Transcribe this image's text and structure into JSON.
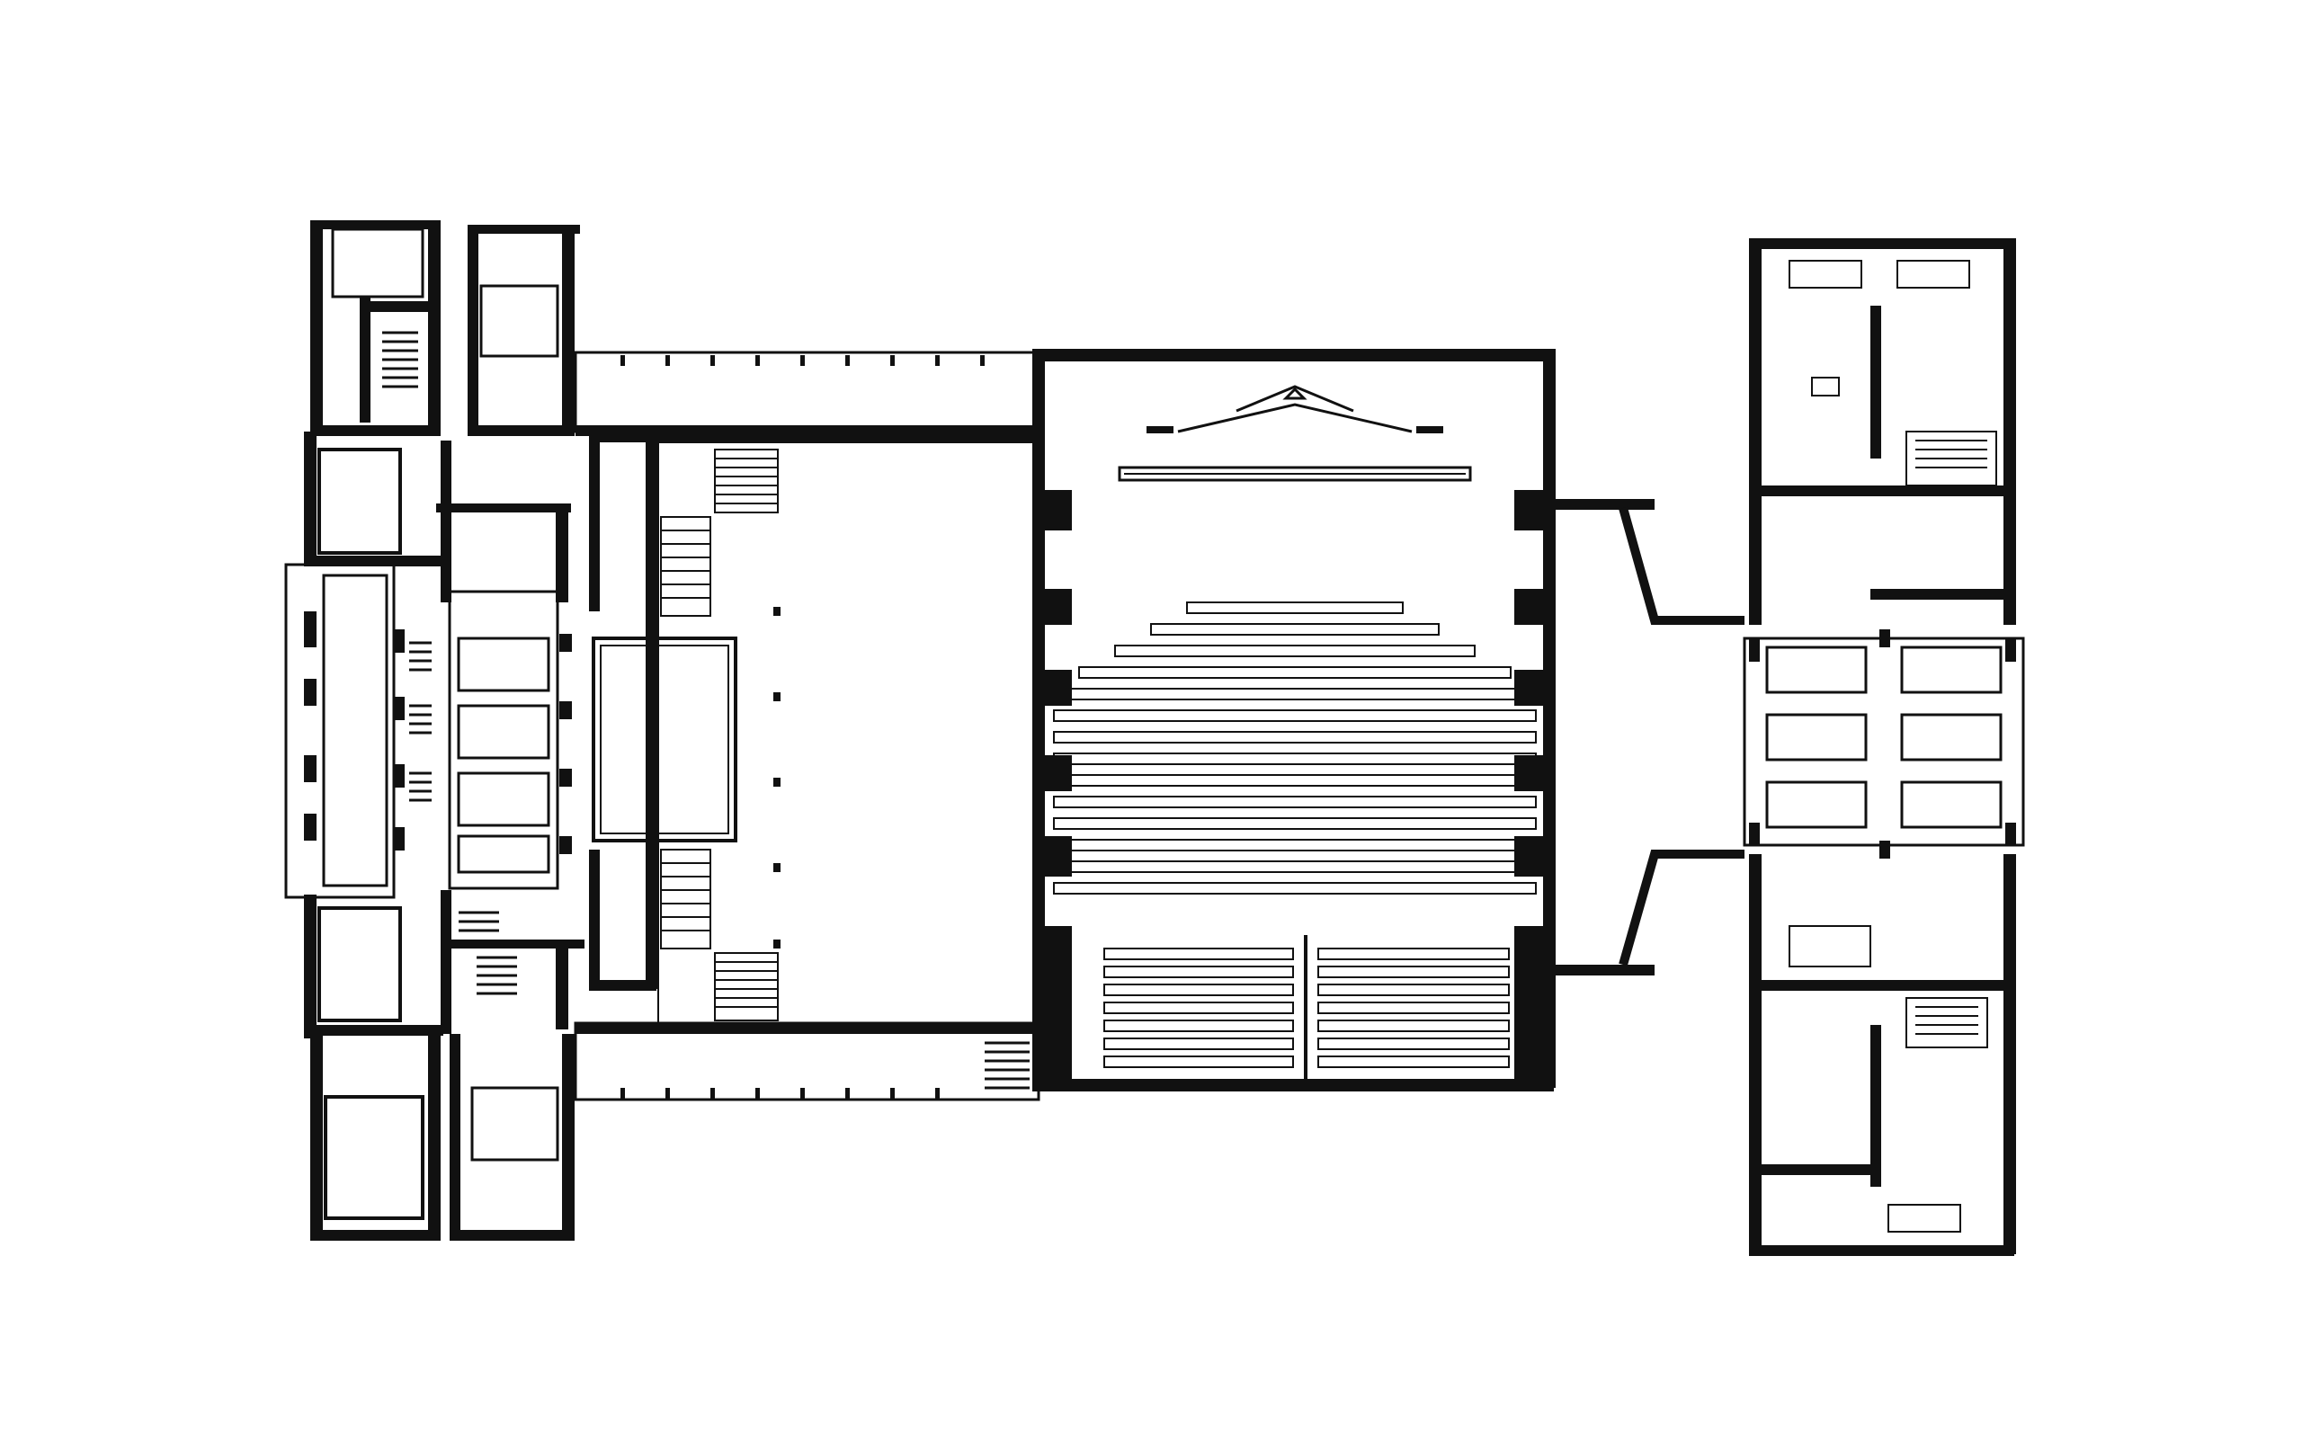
{
  "diagram": {
    "kind": "architectural floor plan",
    "labels": [],
    "colors": {
      "ink": "#111111",
      "paper": "#ffffff"
    },
    "auditorium": {
      "front_block_rows": 14,
      "rear_blocks": 2,
      "rear_block_rows": 7
    }
  }
}
